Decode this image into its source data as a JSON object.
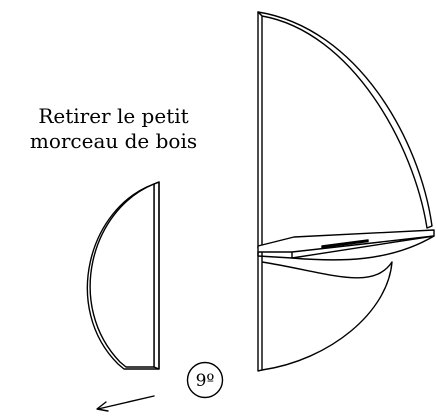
{
  "instruction": {
    "line1": "Retirer le petit",
    "line2": "morceau de bois"
  },
  "step_badge": {
    "label": "9º"
  },
  "colors": {
    "stroke": "#000000",
    "background": "#ffffff"
  },
  "icons": {
    "step": "step-number-badge",
    "direction": "arrow-down-left-icon"
  }
}
